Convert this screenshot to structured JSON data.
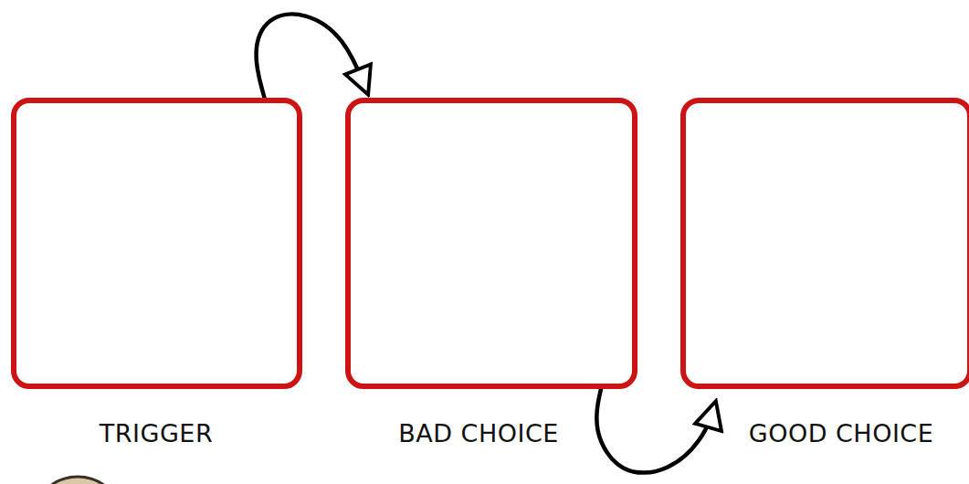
{
  "diagram": {
    "nodes": [
      {
        "text": [
          "TRIGGER"
        ]
      },
      {
        "text": [
          "BAD CHOICE"
        ]
      },
      {
        "text": [
          "GOOD CHOICE"
        ]
      }
    ],
    "edges": [
      {
        "from": 0,
        "to": 1,
        "arrow": "to"
      },
      {
        "from": 1,
        "to": 2,
        "arrow": "to"
      }
    ]
  }
}
